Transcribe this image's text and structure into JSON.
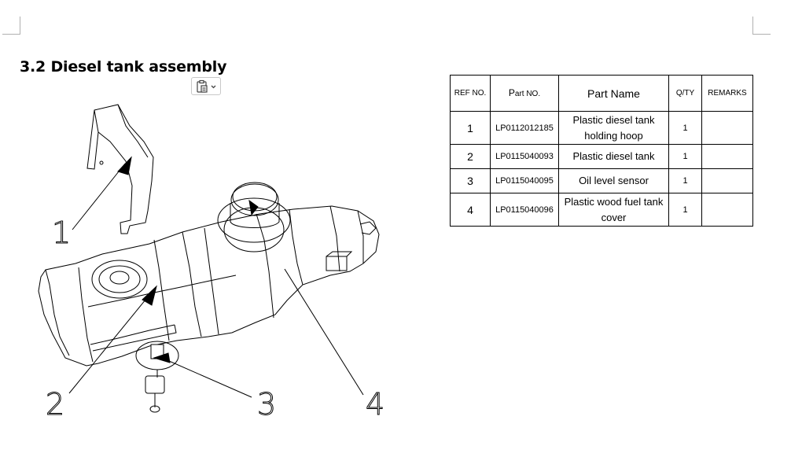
{
  "heading": "3.2 Diesel tank assembly",
  "paste_options": {
    "icon": "clipboard-icon",
    "chevron": "chevron-down-icon"
  },
  "callouts": [
    "1",
    "2",
    "3",
    "4"
  ],
  "table": {
    "headers": {
      "ref": "REF NO.",
      "part_no_initial": "P",
      "part_no_rest": "art NO.",
      "name": "Part Name",
      "qty": "Q/TY",
      "remarks": "REMARKS"
    },
    "rows": [
      {
        "ref": "1",
        "part_no": "LP0112012185",
        "name": "Plastic diesel tank holding hoop",
        "qty": "1",
        "remarks": ""
      },
      {
        "ref": "2",
        "part_no": "LP0115040093",
        "name": "Plastic diesel tank",
        "qty": "1",
        "remarks": ""
      },
      {
        "ref": "3",
        "part_no": "LP0115040095",
        "name": "Oil level sensor",
        "qty": "1",
        "remarks": ""
      },
      {
        "ref": "4",
        "part_no": "LP0115040096",
        "name": "Plastic wood fuel tank cover",
        "qty": "1",
        "remarks": ""
      }
    ]
  }
}
